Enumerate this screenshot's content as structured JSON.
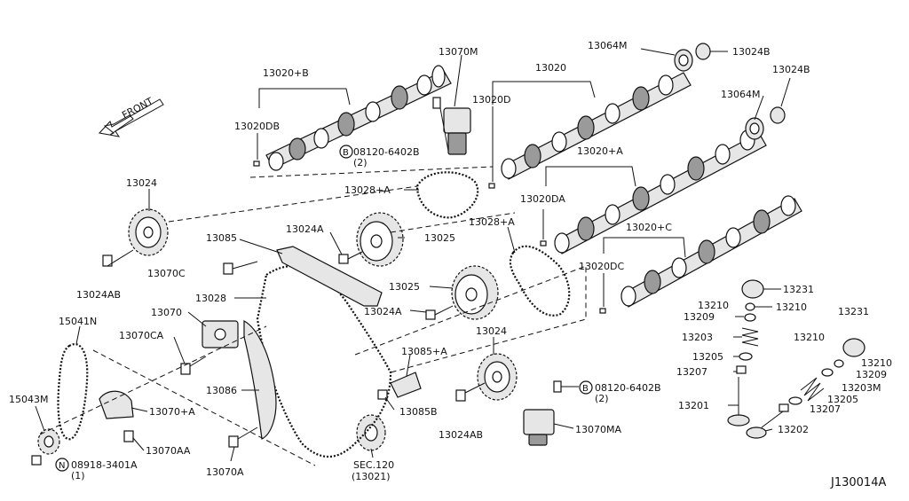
{
  "front_label": "FRONT",
  "diagram_code": "J130014A",
  "labels": {
    "l13020B": "13020+B",
    "l13070M": "13070M",
    "l13020": "13020",
    "l13064M_top": "13064M",
    "l13024B_top": "13024B",
    "l13024B_right": "13024B",
    "l13064M_right": "13064M",
    "l13020D": "13020D",
    "l13020DB": "13020DB",
    "l08120_top": "08120-6402B",
    "l08120_top_qty": "(2)",
    "l13028A_top": "13028+A",
    "l13020A": "13020+A",
    "l13020DA": "13020DA",
    "l13024": "13024",
    "l13024A_top": "13024A",
    "l13025_top": "13025",
    "l13085": "13085",
    "l13028A_mid": "13028+A",
    "l13020C": "13020+C",
    "l13024AB_left": "13024AB",
    "l13070C": "13070C",
    "l13020DC": "13020DC",
    "l13028": "13028",
    "l13025_mid": "13025",
    "l13231_a": "13231",
    "l13210_a": "13210",
    "l13210_b": "13210",
    "l13209_a": "13209",
    "l13231_b": "13231",
    "l13070": "13070",
    "l13024A_mid": "13024A",
    "l15041N": "15041N",
    "l13203": "13203",
    "l13210_c": "13210",
    "l13024_mid": "13024",
    "l13070CA": "13070CA",
    "l13205_a": "13205",
    "l13210_d": "13210",
    "l13085A": "13085+A",
    "l13207_a": "13207",
    "l13209_b": "13209",
    "l13086": "13086",
    "l13203M": "13203M",
    "l08120_bot": "08120-6402B",
    "l08120_bot_qty": "(2)",
    "l13205_b": "13205",
    "l15043M": "15043M",
    "l13070A_plus": "13070+A",
    "l13085B": "13085B",
    "l13201": "13201",
    "l13207_b": "13207",
    "l13024AB_mid": "13024AB",
    "l13070MA": "13070MA",
    "l13202": "13202",
    "l13070AA": "13070AA",
    "l08918": "08918-3401A",
    "l08918_qty": "(1)",
    "l13070A": "13070A",
    "lSEC120": "SEC.120",
    "lSEC120_ref": "(13021)",
    "b_letter": "B",
    "n_letter": "N"
  }
}
